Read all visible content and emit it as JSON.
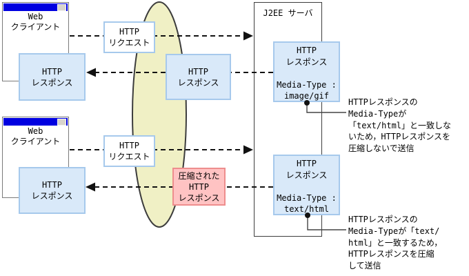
{
  "diagram": {
    "server": {
      "title": "J2EE サーバ"
    },
    "clients": {
      "top": {
        "label": "Web\nクライアント"
      },
      "bottom": {
        "label": "Web\nクライアント"
      }
    },
    "boxes": {
      "request_top": "HTTP\nリクエスト",
      "request_bottom": "HTTP\nリクエスト",
      "response_client_top": "HTTP\nレスポンス",
      "response_client_bottom": "HTTP\nレスポンス",
      "response_network_top": "HTTP\nレスポンス",
      "response_compressed": "圧縮された\nHTTP\nレスポンス",
      "server_response_gif": "HTTP\nレスポンス\n\nMedia-Type :\nimage/gif",
      "server_response_html": "HTTP\nレスポンス\n\nMedia-Type :\ntext/html"
    },
    "annotations": {
      "uncompressed": "HTTPレスポンスの\nMedia-Typeが\n「text/html」と一致しな\nいため，HTTPレスポンスを\n圧縮しないで送信",
      "compressed": "HTTPレスポンスの\nMedia-Typeが「text/\nhtml」と一致するため，\nHTTPレスポンスを圧縮\nして送信"
    },
    "colors": {
      "box_blue_fill": "#d9e9f9",
      "box_blue_border": "#a6c9ec",
      "box_pink_fill": "#ffc3c3",
      "box_pink_border": "#ee8d8d",
      "network_ellipse_fill": "#f0f0c5",
      "titlebar_blue": "#0000e0"
    }
  }
}
